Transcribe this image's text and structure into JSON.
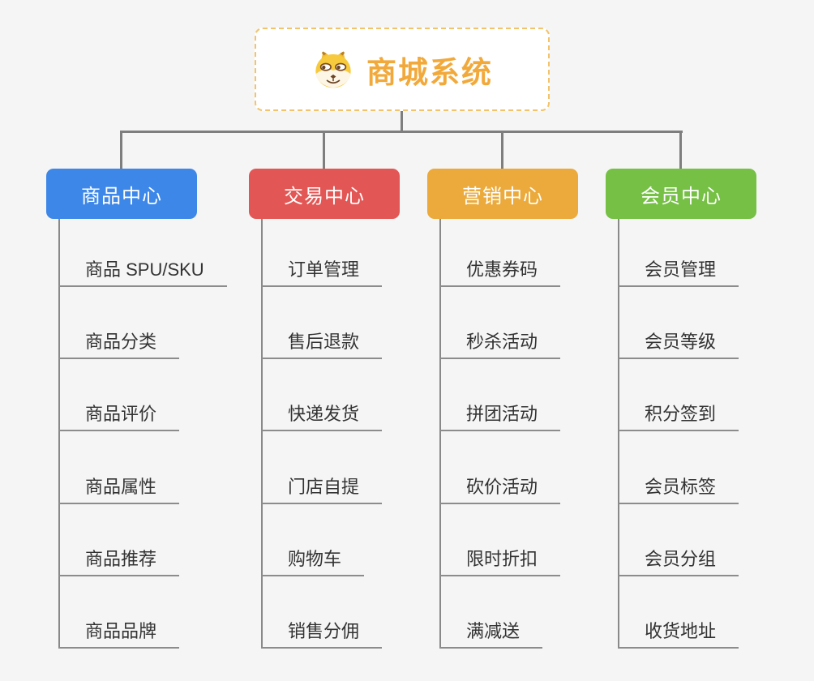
{
  "root": {
    "title": "商城系统",
    "icon": "shiba-dog-icon"
  },
  "colors": {
    "background": "#f5f5f5",
    "root_text": "#f2a93b",
    "root_border": "#f3c36b",
    "connector": "#7e7e7e",
    "child_text": "#333333",
    "branch_product": "#3d87e8",
    "branch_trade": "#e25755",
    "branch_marketing": "#ebaa3b",
    "branch_member": "#75c045"
  },
  "branches": [
    {
      "label": "商品中心",
      "color": "#3d87e8",
      "children": [
        "商品 SPU/SKU",
        "商品分类",
        "商品评价",
        "商品属性",
        "商品推荐",
        "商品品牌"
      ]
    },
    {
      "label": "交易中心",
      "color": "#e25755",
      "children": [
        "订单管理",
        "售后退款",
        "快递发货",
        "门店自提",
        "购物车",
        "销售分佣"
      ]
    },
    {
      "label": "营销中心",
      "color": "#ebaa3b",
      "children": [
        "优惠券码",
        "秒杀活动",
        "拼团活动",
        "砍价活动",
        "限时折扣",
        "满减送"
      ]
    },
    {
      "label": "会员中心",
      "color": "#75c045",
      "children": [
        "会员管理",
        "会员等级",
        "积分签到",
        "会员标签",
        "会员分组",
        "收货地址"
      ]
    }
  ]
}
